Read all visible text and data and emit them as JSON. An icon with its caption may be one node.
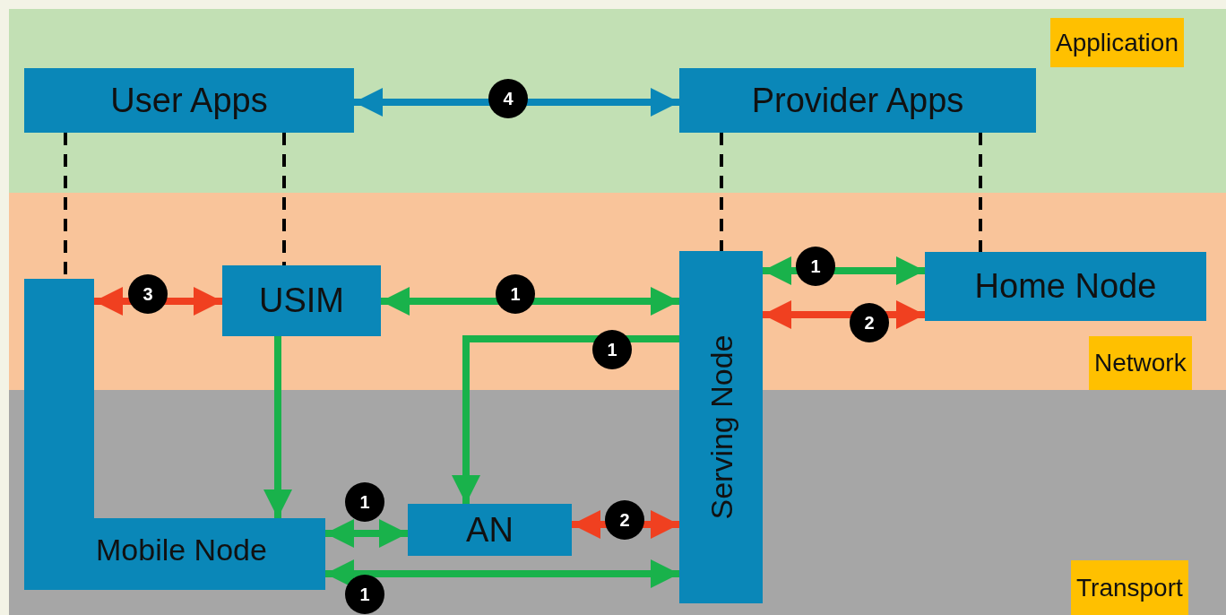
{
  "diagram": {
    "nodes": [
      {
        "text": [
          "Application"
        ]
      },
      {
        "text": [
          "Network"
        ]
      },
      {
        "text": [
          "Transport"
        ]
      },
      {
        "text": [
          "User Apps"
        ],
        "in": 0
      },
      {
        "text": [
          "Provider Apps"
        ],
        "in": 0
      },
      {
        "text": [
          "USIM"
        ],
        "in": 1
      },
      {
        "text": [
          "Home Node"
        ],
        "in": 1
      },
      {
        "text": [
          "Serving Node"
        ]
      },
      {
        "text": [
          "Mobile Node"
        ]
      },
      {
        "text": [
          "AN"
        ],
        "in": 2
      }
    ],
    "edges": [
      {
        "from": 3,
        "to": 4,
        "arrow": "both",
        "label": "4",
        "color": "#0a87b8"
      },
      {
        "from": 3,
        "to": 8,
        "arrow": "none",
        "style": "dashed",
        "color": "#000000"
      },
      {
        "from": 3,
        "to": 5,
        "arrow": "none",
        "style": "dashed",
        "color": "#000000"
      },
      {
        "from": 4,
        "to": 7,
        "arrow": "none",
        "style": "dashed",
        "color": "#000000"
      },
      {
        "from": 4,
        "to": 6,
        "arrow": "none",
        "style": "dashed",
        "color": "#000000"
      },
      {
        "from": 8,
        "to": 5,
        "arrow": "both",
        "label": "3",
        "color": "#f04020"
      },
      {
        "from": 5,
        "to": 7,
        "arrow": "both",
        "label": "1"
      },
      {
        "from": 7,
        "to": 6,
        "arrow": "both",
        "label": "1"
      },
      {
        "from": 7,
        "to": 6,
        "arrow": "both",
        "label": "2",
        "color": "#f04020"
      },
      {
        "from": 7,
        "to": 9,
        "arrow": "to",
        "label": "1"
      },
      {
        "from": 5,
        "to": 8,
        "arrow": "to"
      },
      {
        "from": 8,
        "to": 9,
        "arrow": "both",
        "label": "1"
      },
      {
        "from": 9,
        "to": 7,
        "arrow": "both",
        "label": "2",
        "color": "#f04020"
      },
      {
        "from": 8,
        "to": 7,
        "arrow": "both",
        "label": "1"
      }
    ]
  }
}
